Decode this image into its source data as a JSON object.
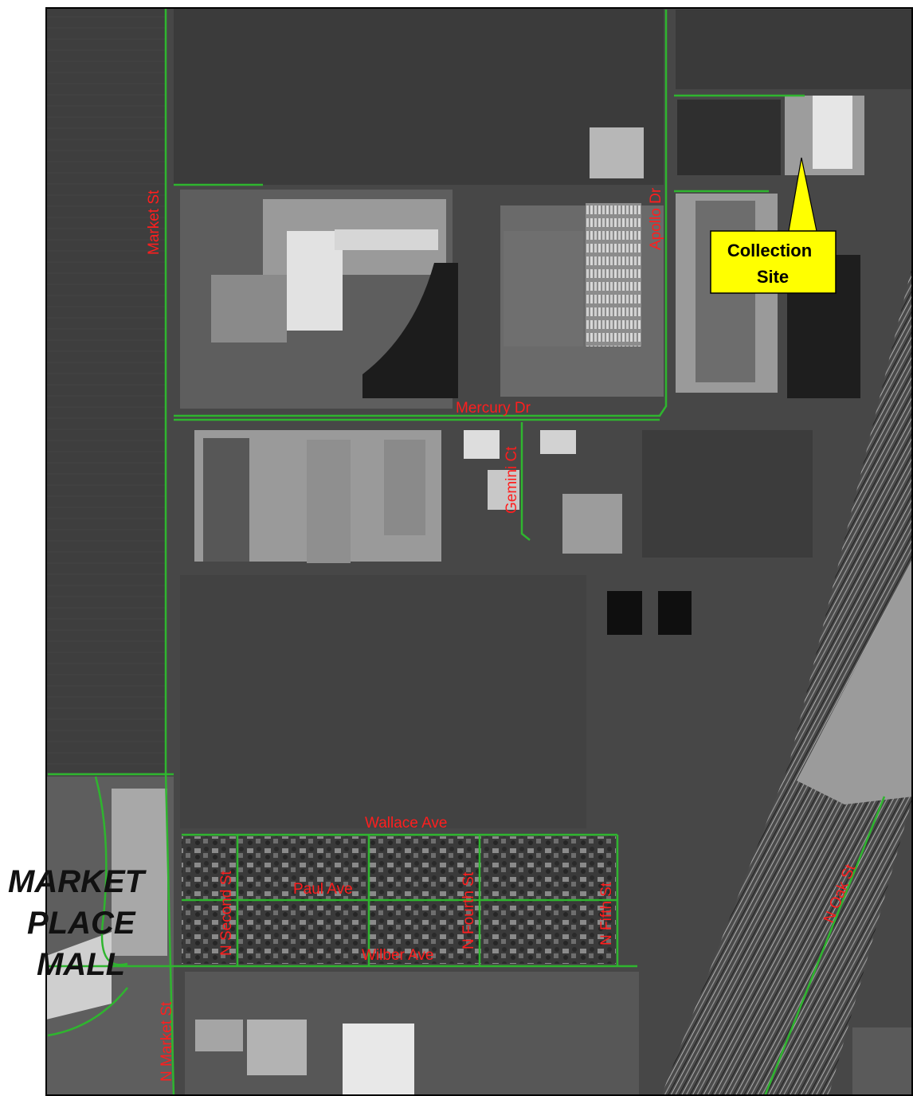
{
  "map": {
    "callout": {
      "line1": "Collection",
      "line2": "Site",
      "fill_color": "#ffff00"
    },
    "landmark": {
      "line1": "MARKET",
      "line2": "PLACE",
      "line3": "MALL"
    },
    "road_labels": {
      "market_st": "Market St",
      "apollo_dr": "Apollo Dr",
      "mercury_dr": "Mercury Dr",
      "gemini_ct": "Gemini Ct",
      "wallace_ave": "Wallace Ave",
      "n_second_st": "N Second St",
      "paul_ave": "Paul Ave",
      "n_fourth_st": "N Fourth St",
      "n_fifth_st": "N Fifth St",
      "wilber_ave": "Wilber Ave",
      "n_oak_st": "N Oak St",
      "n_market_st": "N Market St"
    },
    "colors": {
      "road_line": "#2fb52f",
      "road_label": "#ff1e1e",
      "frame": "#000000"
    }
  }
}
